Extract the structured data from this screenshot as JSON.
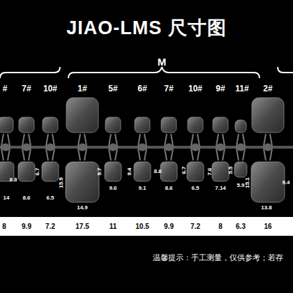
{
  "diagram": {
    "title": "JIAO-LMS 尺寸图",
    "labels": [
      "M",
      "#",
      "7#",
      "10#",
      "1#",
      "5#",
      "6#",
      "7#",
      "10#",
      "9#",
      "11#",
      "2#",
      "8.8",
      "6.7",
      "15.9",
      "9.7",
      "9.4",
      "8.8",
      "6.7",
      "7.6",
      "5.5",
      "15.1",
      "9.4",
      "14",
      "8.6",
      "6.5",
      "14.9",
      "9.6",
      "9.1",
      "8.6",
      "6.5",
      "7.14",
      "5.9",
      "13.8",
      "8",
      "9.9",
      "7.2",
      "17.5",
      "11",
      "10.5",
      "9.9",
      "7.2",
      "8",
      "6.3",
      "16",
      "温馨提示：手工测量，仅供参考；若存"
    ]
  }
}
